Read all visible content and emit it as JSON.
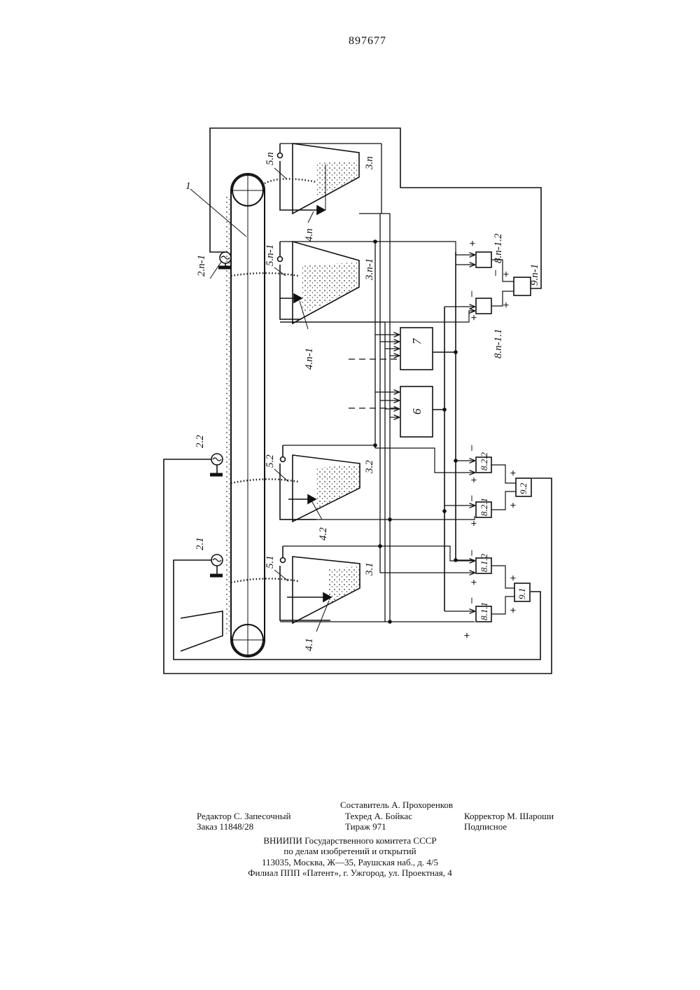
{
  "page_number": "897677",
  "diagram": {
    "conveyor": "1",
    "sensors": [
      "2.п-1",
      "2.2",
      "2.1"
    ],
    "bins": [
      "3.п",
      "3.п-1",
      "3.2",
      "3.1"
    ],
    "level_gauges": [
      "4.п",
      "4.п-1",
      "4.2",
      "4.1"
    ],
    "feeders": [
      "5.п",
      "5.п-1",
      "5.2",
      "5.1"
    ],
    "block_6": "6",
    "block_7": "7",
    "comparators": [
      "8.п-1.2",
      "8.п-1.1",
      "8.2.2",
      "8.2.1",
      "8.1.2",
      "8.1.1"
    ],
    "summers": [
      "9.п-1",
      "9.2",
      "9.1"
    ],
    "plus": "+",
    "minus": "–"
  },
  "imprint": {
    "compiler": "Составитель А. Прохоренков",
    "editor": "Редактор С. Запесочный",
    "techred": "Техред А. Бойкас",
    "corrector": "Корректор М. Шароши",
    "order": "Заказ 11848/28",
    "circulation": "Тираж 971",
    "subscription": "Подписное",
    "org1": "ВНИИПИ  Государственного  комитета  СССР",
    "org2": "по  делам  изобретений  и  открытий",
    "org3": "113035,  Москва,  Ж—35,  Раушская  наб.,  д.  4/5",
    "org4": "Филиал  ППП  «Патент»,  г.  Ужгород,  ул.  Проектная,  4"
  }
}
